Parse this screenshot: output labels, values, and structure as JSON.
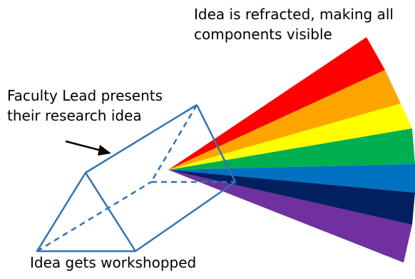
{
  "labels": {
    "refracted": [
      "Idea is refracted, making all",
      "components visible"
    ],
    "faculty": [
      "Faculty Lead presents",
      "their research idea"
    ],
    "workshopped": "Idea gets workshopped"
  },
  "colors": {
    "prism_stroke": "#2e75b6",
    "arrow": "#000000",
    "text": "#000000",
    "spectrum": [
      {
        "name": "red",
        "hex": "#ff0000"
      },
      {
        "name": "orange",
        "hex": "#ffa500"
      },
      {
        "name": "yellow",
        "hex": "#ffff00"
      },
      {
        "name": "green",
        "hex": "#00b050"
      },
      {
        "name": "blue",
        "hex": "#0070c0"
      },
      {
        "name": "navy",
        "hex": "#002060"
      },
      {
        "name": "purple",
        "hex": "#7030a0"
      }
    ]
  }
}
